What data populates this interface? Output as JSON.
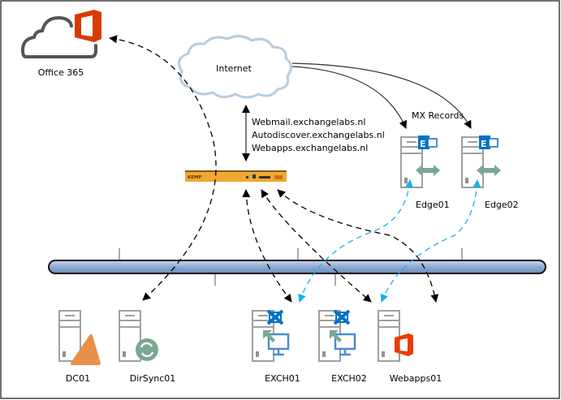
{
  "nodes": {
    "office365": {
      "label": "Office 365",
      "icon": "cloud-office-icon"
    },
    "internet": {
      "label": "Internet",
      "icon": "cloud-icon"
    },
    "loadbalancer": {
      "label": "KEMP",
      "icon": "load-balancer-appliance-icon"
    },
    "edge01": {
      "label": "Edge01",
      "icon": "exchange-edge-server-icon"
    },
    "edge02": {
      "label": "Edge02",
      "icon": "exchange-edge-server-icon"
    },
    "dc01": {
      "label": "DC01",
      "icon": "domain-controller-server-icon"
    },
    "dirsync01": {
      "label": "DirSync01",
      "icon": "dirsync-server-icon"
    },
    "exch01": {
      "label": "EXCH01",
      "icon": "exchange-server-icon"
    },
    "exch02": {
      "label": "EXCH02",
      "icon": "exchange-server-icon"
    },
    "webapps01": {
      "label": "Webapps01",
      "icon": "office-web-apps-server-icon"
    }
  },
  "annotations": {
    "urls": [
      "Webmail.exchangelabs.nl",
      "Autodiscover.exchangelabs.nl",
      "Webapps.exchangelabs.nl"
    ],
    "mx": "MX Records"
  },
  "colors": {
    "office_red": "#d83b01",
    "exchange_blue": "#0072c6",
    "edge_green": "#7aa894",
    "kemp_orange": "#f0a830",
    "dc_orange": "#e8904a",
    "bus_blue": "#8eaad0",
    "blue_dashed": "#1ab0f0"
  }
}
